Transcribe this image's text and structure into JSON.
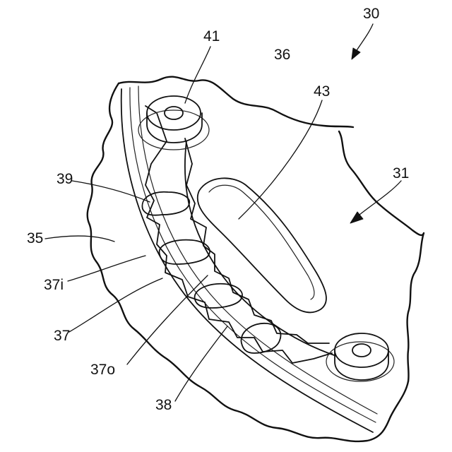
{
  "figure": {
    "labels": {
      "l30": "30",
      "l41": "41",
      "l36": "36",
      "l43": "43",
      "l31": "31",
      "l39": "39",
      "l35": "35",
      "l37i": "37i",
      "l37": "37",
      "l37o": "37o",
      "l38": "38"
    }
  }
}
